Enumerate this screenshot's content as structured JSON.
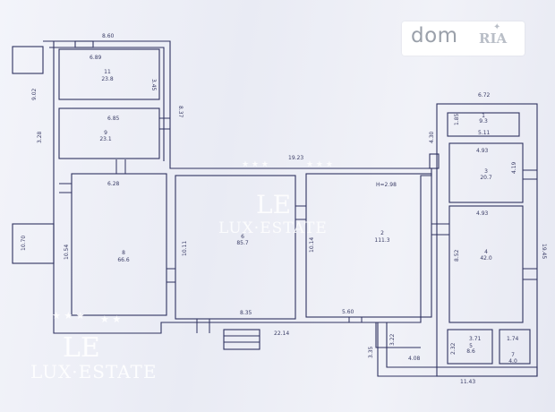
{
  "watermark": {
    "brand_top": "dom",
    "brand_suffix": "RIA",
    "agency_center": "LUX·ESTATE",
    "agency_corner": "LUX·ESTATE",
    "logo_letters": "LE"
  },
  "rooms": {
    "r1": {
      "num": "1",
      "area": "9.3"
    },
    "r2": {
      "num": "2",
      "area": "111.3"
    },
    "r3": {
      "num": "3",
      "area": "20.7"
    },
    "r4": {
      "num": "4",
      "area": "42.0"
    },
    "r5": {
      "num": "5",
      "area": "8.6"
    },
    "r6": {
      "num": "6",
      "area": "85.7"
    },
    "r7": {
      "num": "7",
      "area": "4.0"
    },
    "r8": {
      "num": "8",
      "area": "66.6"
    },
    "r9": {
      "num": "9",
      "area": "23.1"
    },
    "r11": {
      "num": "11",
      "area": "23.8"
    }
  },
  "dimensions": {
    "d860": "8.60",
    "d689": "6.89",
    "d345": "3.45",
    "d902": "9.02",
    "d685": "6.85",
    "d837": "8.37",
    "d328": "3.28",
    "d628": "6.28",
    "d1923": "19.23",
    "d1070": "10.70",
    "d1054": "10.54",
    "d1011": "10.11",
    "d1014": "10.14",
    "d835": "8.35",
    "d2214": "22.14",
    "d560": "5.60",
    "d322": "3.22",
    "d335": "3.35",
    "d408": "4.08",
    "d1143": "11.43",
    "d672": "6.72",
    "d185": "1.85",
    "d511": "5.11",
    "d430": "4.30",
    "d493a": "4.93",
    "d419": "4.19",
    "d493b": "4.93",
    "d852": "8.52",
    "d1945": "19.45",
    "d371": "3.71",
    "d174": "1.74",
    "d232": "2.32",
    "height": "H=2.98"
  }
}
